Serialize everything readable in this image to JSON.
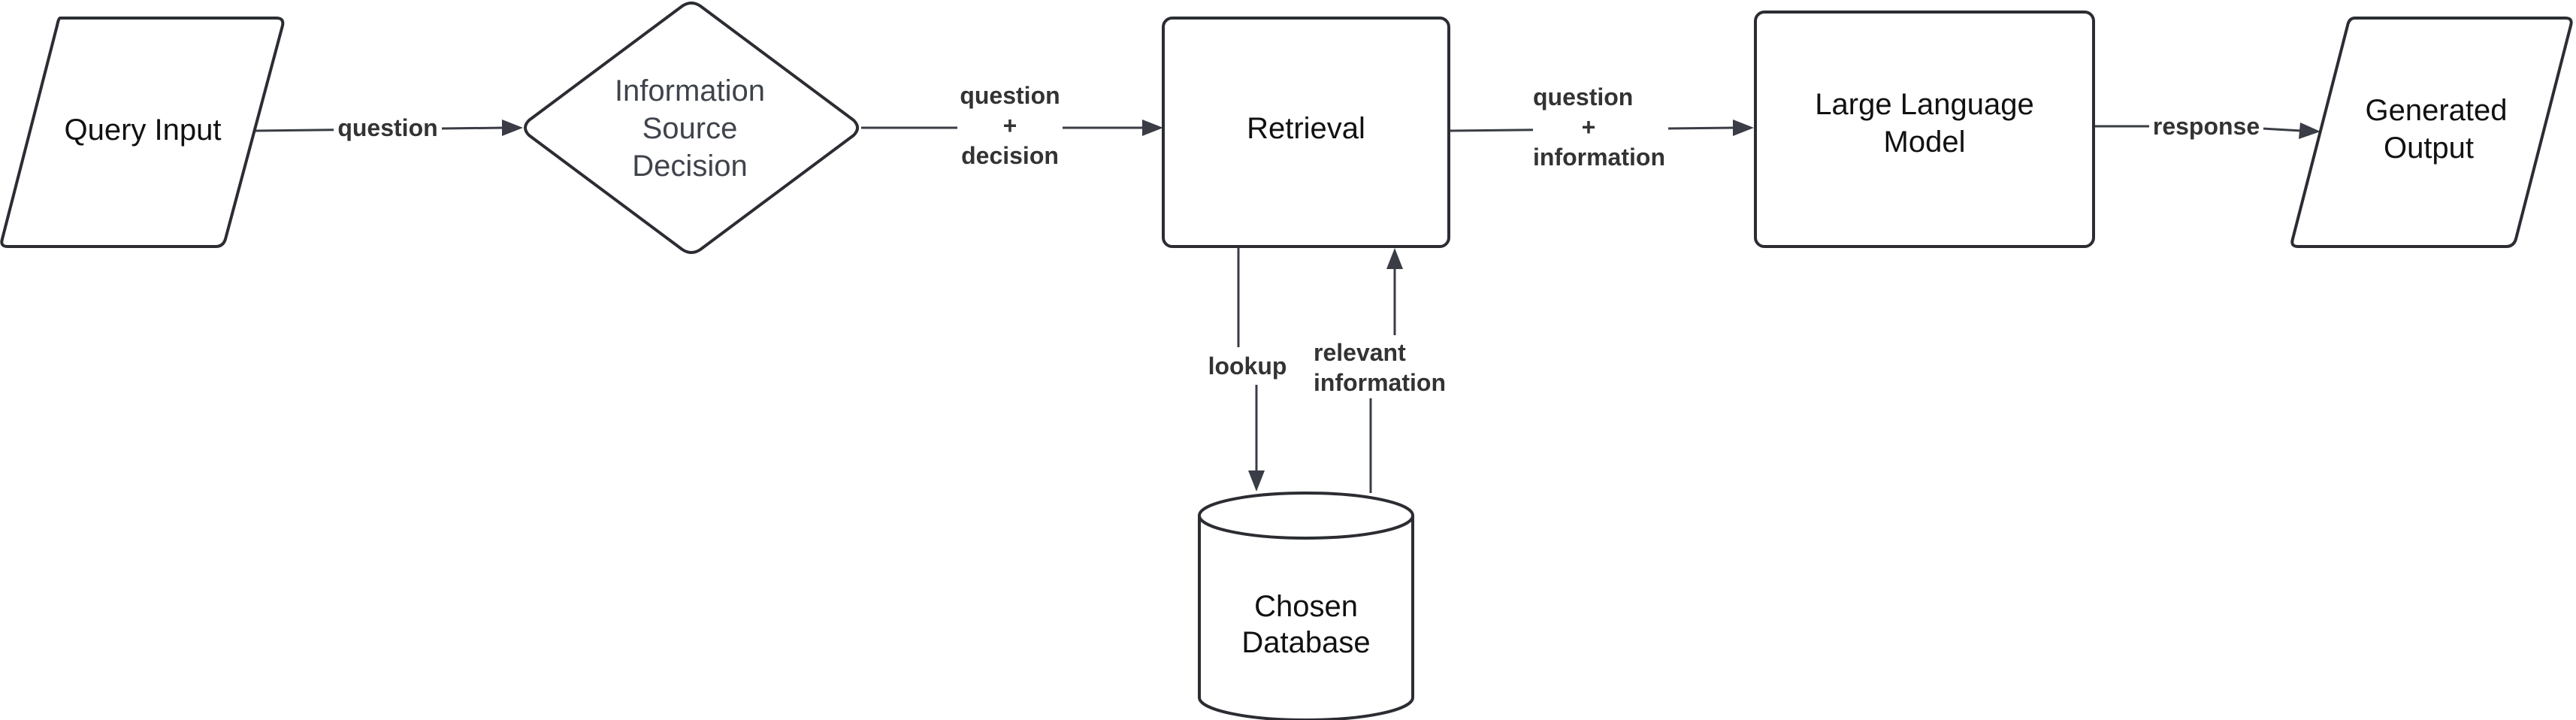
{
  "diagram": {
    "nodes": {
      "query_input": {
        "lines": [
          "Query Input"
        ]
      },
      "decision": {
        "lines": [
          "Information",
          "Source",
          "Decision"
        ]
      },
      "retrieval": {
        "lines": [
          "Retrieval"
        ]
      },
      "llm": {
        "lines": [
          "Large Language",
          "Model"
        ]
      },
      "output": {
        "lines": [
          "Generated",
          "Output"
        ]
      },
      "database": {
        "lines": [
          "Chosen",
          "Database"
        ]
      }
    },
    "edges": {
      "query_to_decision": {
        "lines": [
          "question"
        ]
      },
      "decision_to_retrieval": {
        "lines": [
          "question",
          "+",
          "decision"
        ]
      },
      "retrieval_to_llm": {
        "lines": [
          "question",
          "+",
          "information"
        ]
      },
      "llm_to_output": {
        "lines": [
          "response"
        ]
      },
      "retrieval_to_database": {
        "lines": [
          "lookup"
        ]
      },
      "database_to_retrieval": {
        "lines": [
          "relevant",
          "information"
        ]
      }
    }
  },
  "colors": {
    "stroke": "#2b2d33",
    "edge": "#3a3d45",
    "text": "#111111",
    "edge_text": "#333333",
    "background": "#ffffff"
  }
}
